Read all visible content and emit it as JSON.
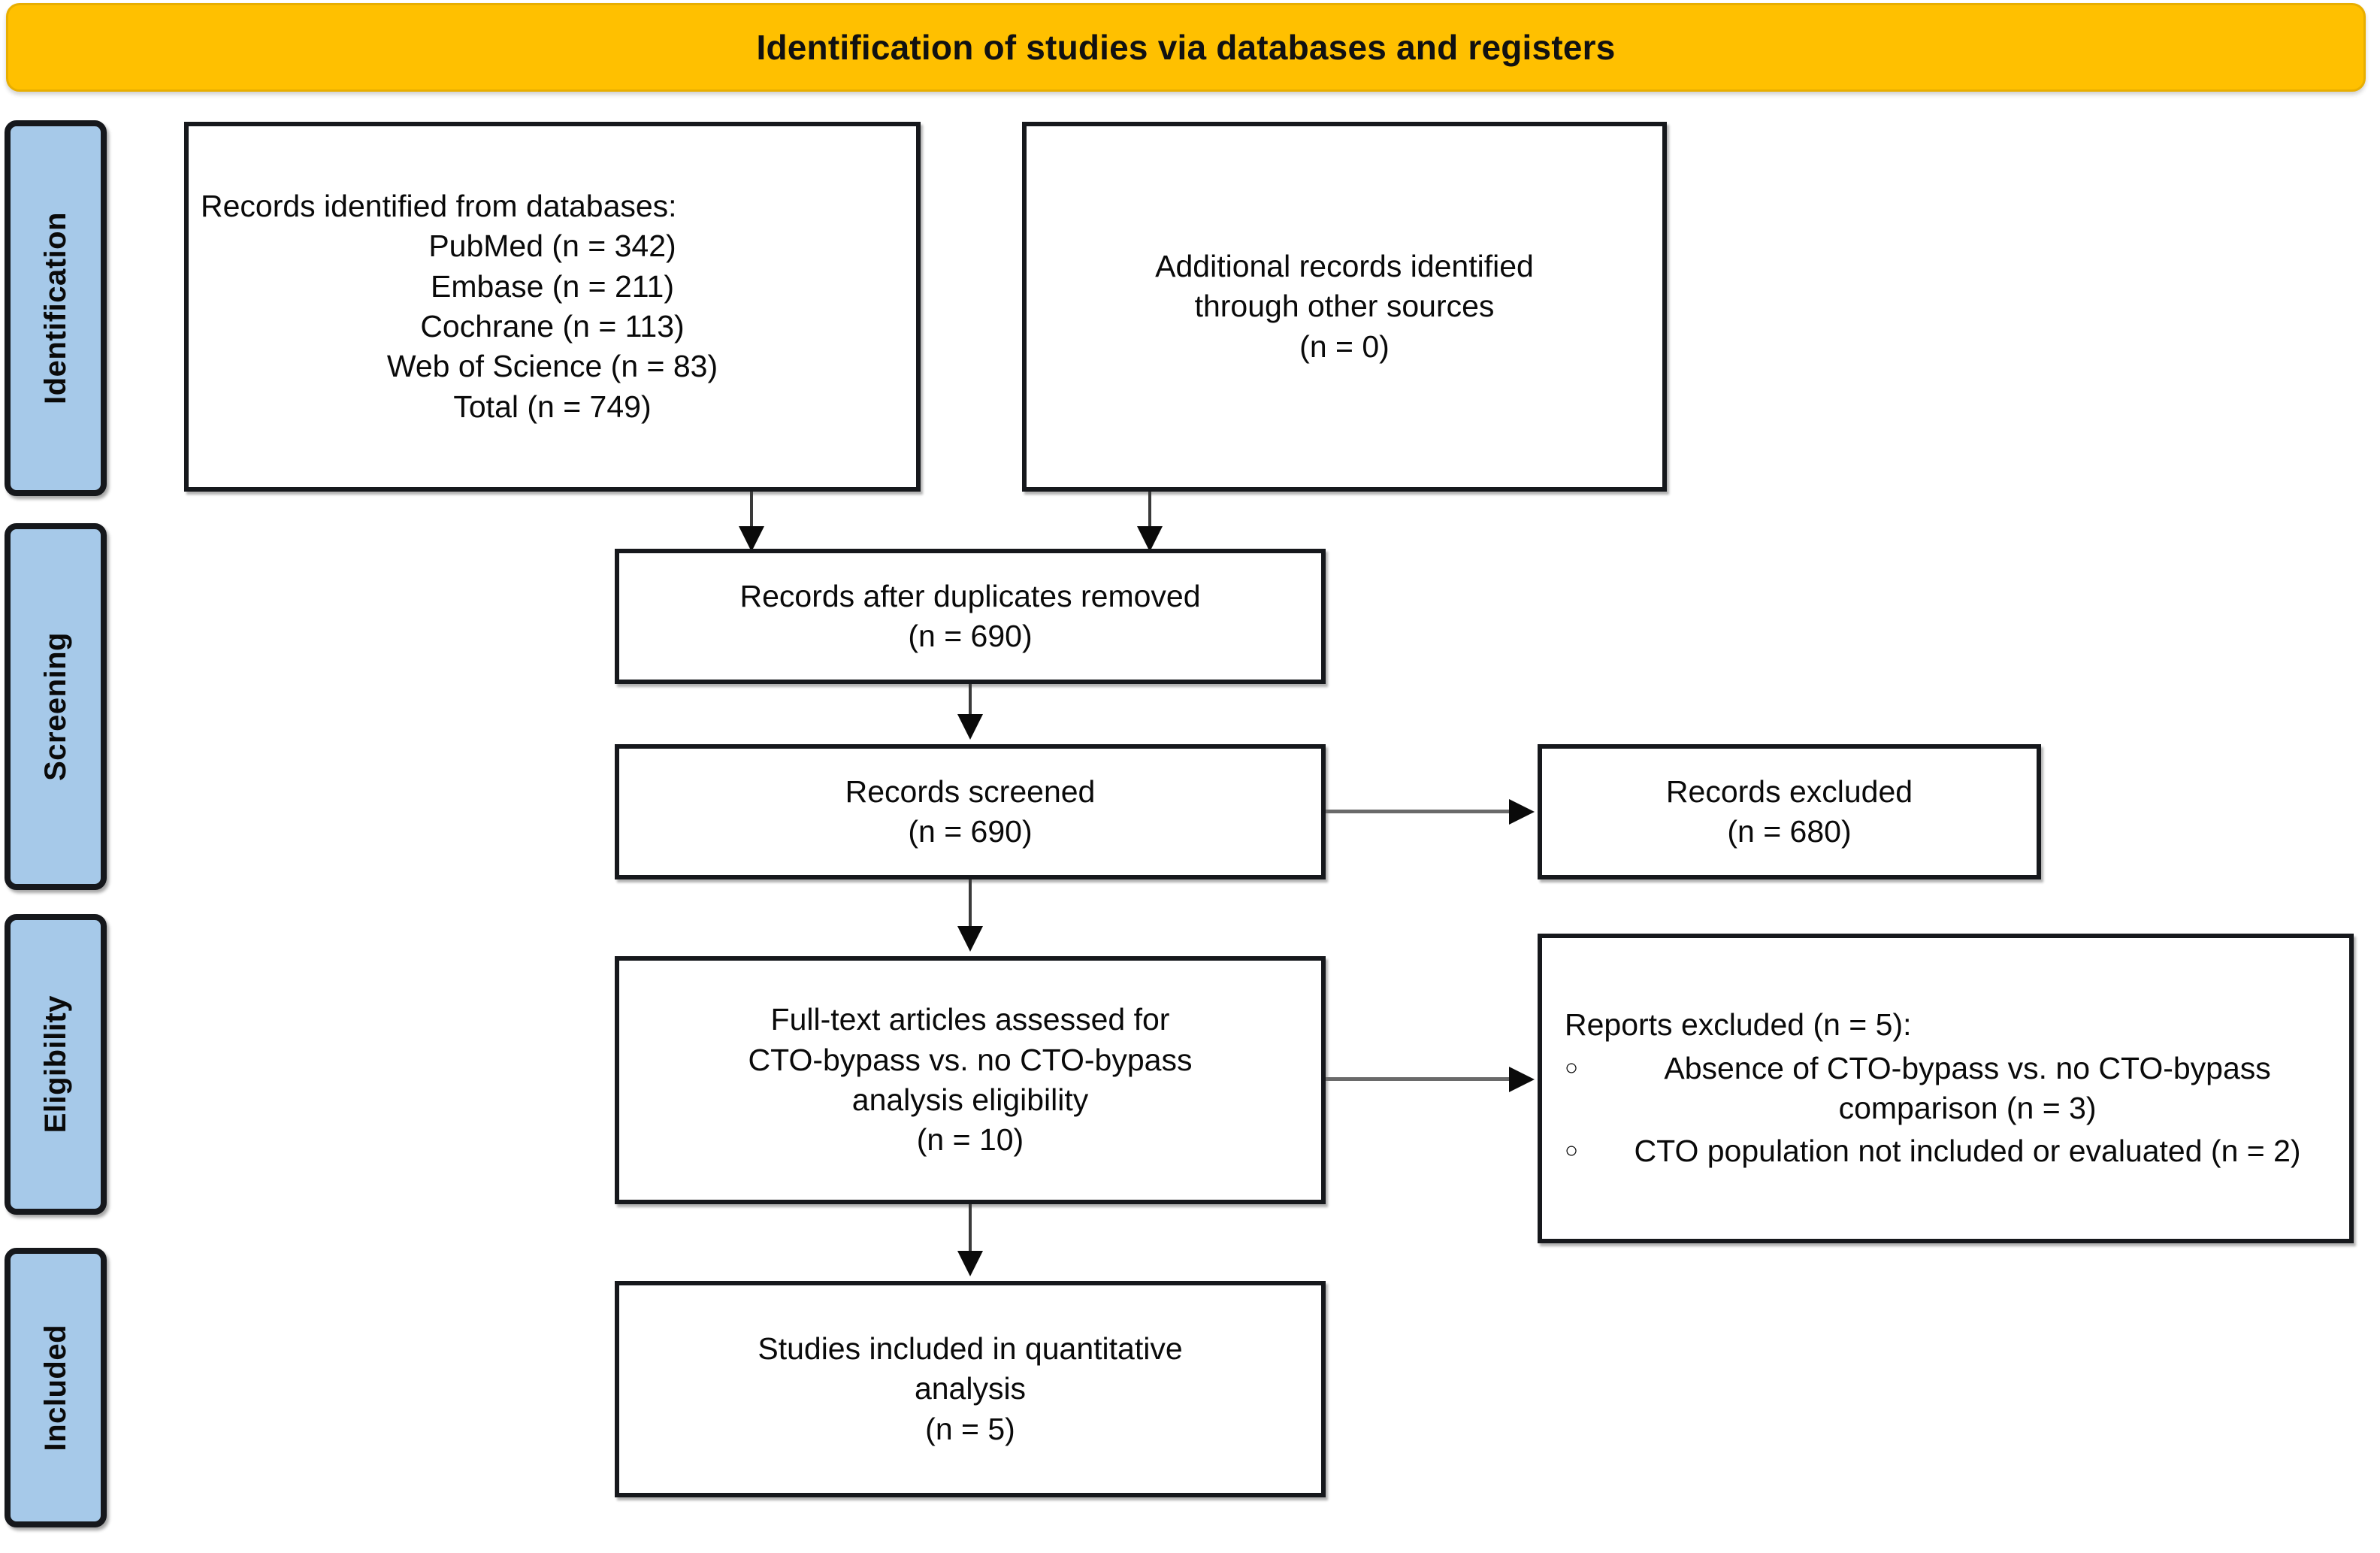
{
  "banner": {
    "title": "Identification of studies via databases and registers"
  },
  "colors": {
    "banner_fill": "#FFC000",
    "banner_stroke": "#E8AE00",
    "stage_fill": "#A6C9E9",
    "stroke": "#16181c",
    "text": "#0a0a0a",
    "page_background": "#ffffff"
  },
  "stages": [
    {
      "label": "Identification"
    },
    {
      "label": "Screening"
    },
    {
      "label": "Eligibility"
    },
    {
      "label": "Included"
    }
  ],
  "boxes": {
    "identified_databases": {
      "heading": "Records identified from databases:",
      "lines": [
        "PubMed (n = 342)",
        "Embase (n = 211)",
        "Cochrane (n = 113)",
        "Web of Science (n = 83)",
        "Total (n = 749)"
      ]
    },
    "identified_other": {
      "lines": [
        "Additional records identified",
        "through other sources",
        "(n = 0)"
      ]
    },
    "duplicates_removed": {
      "lines": [
        "Records after duplicates removed",
        "(n = 690)"
      ]
    },
    "records_screened": {
      "lines": [
        "Records screened",
        "(n = 690)"
      ]
    },
    "records_excluded": {
      "lines": [
        "Records excluded",
        "(n = 680)"
      ]
    },
    "fulltext_assessed": {
      "lines": [
        "Full-text articles assessed for",
        "CTO-bypass vs. no CTO-bypass",
        "analysis eligibility",
        "(n = 10)"
      ]
    },
    "reports_excluded": {
      "heading": "Reports excluded (n = 5):",
      "bullet_glyph": "○",
      "items": [
        "Absence of CTO-bypass vs. no CTO-bypass comparison (n = 3)",
        "CTO population not included or evaluated (n = 2)"
      ]
    },
    "studies_included": {
      "lines": [
        "Studies included in quantitative",
        "analysis",
        "(n = 5)"
      ]
    }
  },
  "chart_data": {
    "type": "diagram",
    "title": "Identification of studies via databases and registers",
    "diagram_kind": "PRISMA flow diagram",
    "stages": [
      "Identification",
      "Screening",
      "Eligibility",
      "Included"
    ],
    "nodes": [
      {
        "id": "identified_databases",
        "stage": "Identification",
        "label": "Records identified from databases",
        "n": 749,
        "breakdown": [
          {
            "source": "PubMed",
            "n": 342
          },
          {
            "source": "Embase",
            "n": 211
          },
          {
            "source": "Cochrane",
            "n": 113
          },
          {
            "source": "Web of Science",
            "n": 83
          }
        ]
      },
      {
        "id": "identified_other",
        "stage": "Identification",
        "label": "Additional records identified through other sources",
        "n": 0
      },
      {
        "id": "duplicates_removed",
        "stage": "Screening",
        "label": "Records after duplicates removed",
        "n": 690
      },
      {
        "id": "records_screened",
        "stage": "Screening",
        "label": "Records screened",
        "n": 690
      },
      {
        "id": "records_excluded",
        "stage": "Screening",
        "label": "Records excluded",
        "n": 680
      },
      {
        "id": "fulltext_assessed",
        "stage": "Eligibility",
        "label": "Full-text articles assessed for CTO-bypass vs. no CTO-bypass analysis eligibility",
        "n": 10
      },
      {
        "id": "reports_excluded",
        "stage": "Eligibility",
        "label": "Reports excluded",
        "n": 5,
        "reasons": [
          {
            "reason": "Absence of CTO-bypass vs. no CTO-bypass comparison",
            "n": 3
          },
          {
            "reason": "CTO population not included or evaluated",
            "n": 2
          }
        ]
      },
      {
        "id": "studies_included",
        "stage": "Included",
        "label": "Studies included in quantitative analysis",
        "n": 5
      }
    ],
    "edges": [
      {
        "from": "identified_databases",
        "to": "duplicates_removed"
      },
      {
        "from": "identified_other",
        "to": "duplicates_removed"
      },
      {
        "from": "duplicates_removed",
        "to": "records_screened"
      },
      {
        "from": "records_screened",
        "to": "records_excluded"
      },
      {
        "from": "records_screened",
        "to": "fulltext_assessed"
      },
      {
        "from": "fulltext_assessed",
        "to": "reports_excluded"
      },
      {
        "from": "fulltext_assessed",
        "to": "studies_included"
      }
    ]
  }
}
